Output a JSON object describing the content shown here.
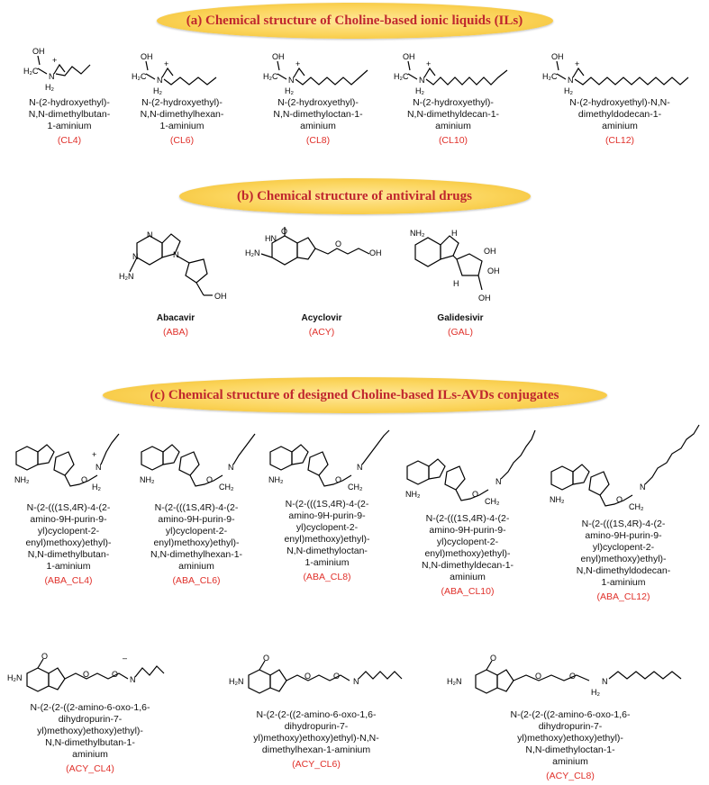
{
  "sections": {
    "a": {
      "title": "(a) Chemical structure of Choline-based ionic liquids (ILs)"
    },
    "b": {
      "title": "(b) Chemical structure of antiviral drugs"
    },
    "c": {
      "title": "(c) Chemical structure of designed Choline-based ILs-AVDs conjugates"
    }
  },
  "ils": [
    {
      "name": "N-(2-hydroxyethyl)-\nN,N-dimethylbutan-\n1-aminium",
      "code": "(CL4)"
    },
    {
      "name": "N-(2-hydroxyethyl)-\nN,N-dimethylhexan-\n1-aminium",
      "code": "(CL6)"
    },
    {
      "name": "N-(2-hydroxyethyl)-\nN,N-dimethyloctan-1-\naminium",
      "code": "(CL8)"
    },
    {
      "name": "N-(2-hydroxyethyl)-\nN,N-dimethyldecan-1-\naminium",
      "code": "(CL10)"
    },
    {
      "name": "N-(2-hydroxyethyl)-N,N-\ndimethyldodecan-1-\naminium",
      "code": "(CL12)"
    }
  ],
  "drugs": [
    {
      "name": "Abacavir",
      "code": "(ABA)"
    },
    {
      "name": "Acyclovir",
      "code": "(ACY)"
    },
    {
      "name": "Galidesivir",
      "code": "(GAL)"
    }
  ],
  "aba_conjugates": [
    {
      "name": "N-(2-(((1S,4R)-4-(2-\namino-9H-purin-9-\nyl)cyclopent-2-\nenyl)methoxy)ethyl)-\nN,N-dimethylbutan-\n1-aminium",
      "code": "(ABA_CL4)"
    },
    {
      "name": "N-(2-(((1S,4R)-4-(2-\namino-9H-purin-9-\nyl)cyclopent-2-\nenyl)methoxy)ethyl)-\nN,N-dimethylhexan-1-\naminium",
      "code": "(ABA_CL6)"
    },
    {
      "name": "N-(2-(((1S,4R)-4-(2-\namino-9H-purin-9-\nyl)cyclopent-2-\nenyl)methoxy)ethyl)-\nN,N-dimethyloctan-\n1-aminium",
      "code": "(ABA_CL8)"
    },
    {
      "name": "N-(2-(((1S,4R)-4-(2-\namino-9H-purin-9-\nyl)cyclopent-2-\nenyl)methoxy)ethyl)-\nN,N-dimethyldecan-1-\naminium",
      "code": "(ABA_CL10)"
    },
    {
      "name": "N-(2-(((1S,4R)-4-(2-\namino-9H-purin-9-\nyl)cyclopent-2-\nenyl)methoxy)ethyl)-\nN,N-dimethyldodecan-\n1-aminium",
      "code": "(ABA_CL12)"
    }
  ],
  "acy_conjugates": [
    {
      "name": "N-(2-(2-((2-amino-6-oxo-1,6-\ndihydropurin-7-\nyl)methoxy)ethoxy)ethyl)-\nN,N-dimethylbutan-1-\naminium",
      "code": "(ACY_CL4)"
    },
    {
      "name": "N-(2-(2-((2-amino-6-oxo-1,6-\ndihydropurin-7-\nyl)methoxy)ethoxy)ethyl)-N,N-\ndimethylhexan-1-aminium",
      "code": "(ACY_CL6)"
    },
    {
      "name": "N-(2-(2-((2-amino-6-oxo-1,6-\ndihydropurin-7-\nyl)methoxy)ethoxy)ethyl)-\nN,N-dimethyloctan-1-\naminium",
      "code": "(ACY_CL8)"
    }
  ],
  "atoms": {
    "oh": "OH",
    "h2c": "H₂C",
    "h2": "H₂",
    "n": "N",
    "nh": "N",
    "h": "H",
    "plus": "+",
    "nh2": "NH₂",
    "h2n": "H₂N",
    "o": "O",
    "ch2": "CH₂",
    "hn": "HN",
    "minus": "–"
  },
  "colors": {
    "banner_text": "#c0272d",
    "code_text": "#e0302a",
    "banner_fill": "#fbd45a"
  }
}
